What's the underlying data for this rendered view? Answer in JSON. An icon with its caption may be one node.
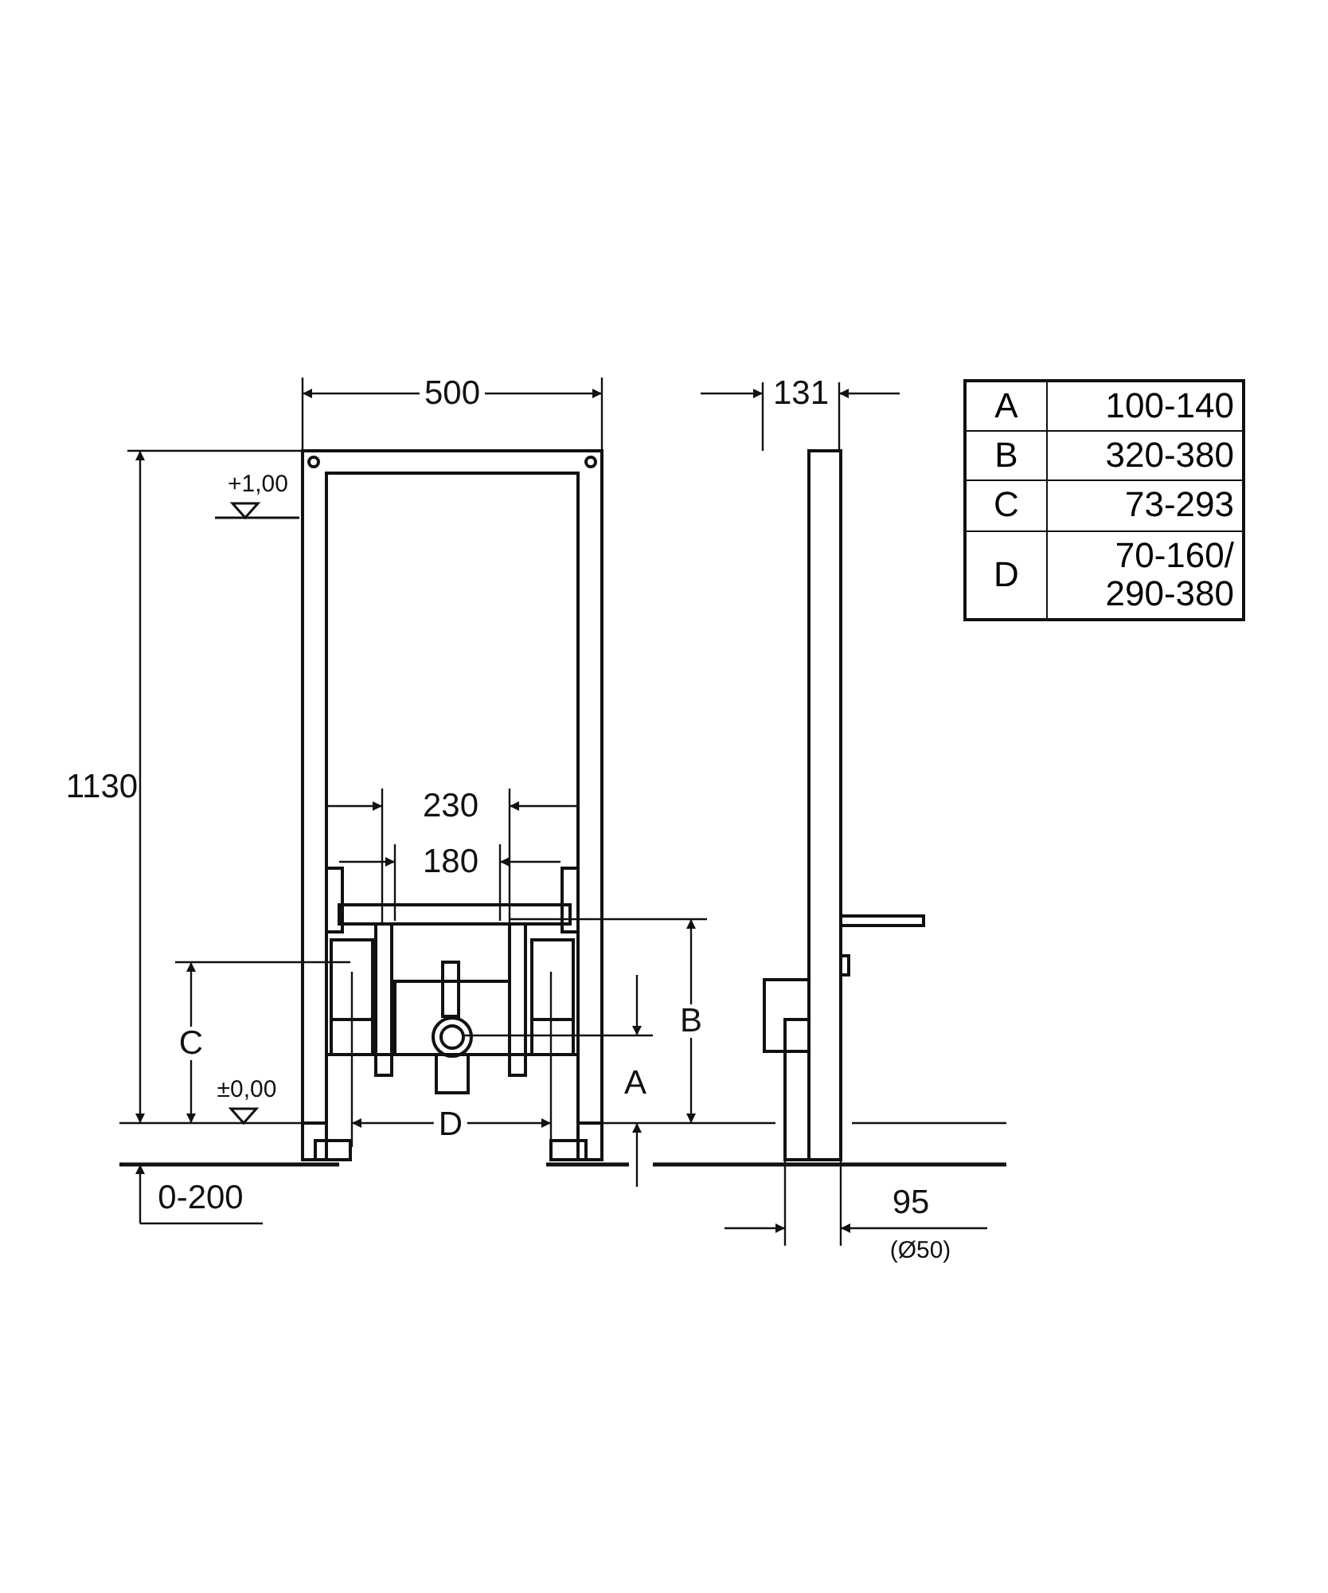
{
  "diagram": {
    "labels": [
      "500",
      "131",
      "A",
      "100-140",
      "B",
      "320-380",
      "C",
      "73-293",
      "D",
      "70-160/ 290-380",
      "+1,00",
      "1130",
      "230",
      "180",
      "B",
      "C",
      "±0,00",
      "A",
      "D",
      "0-200",
      "95",
      "(Ø50)"
    ]
  }
}
